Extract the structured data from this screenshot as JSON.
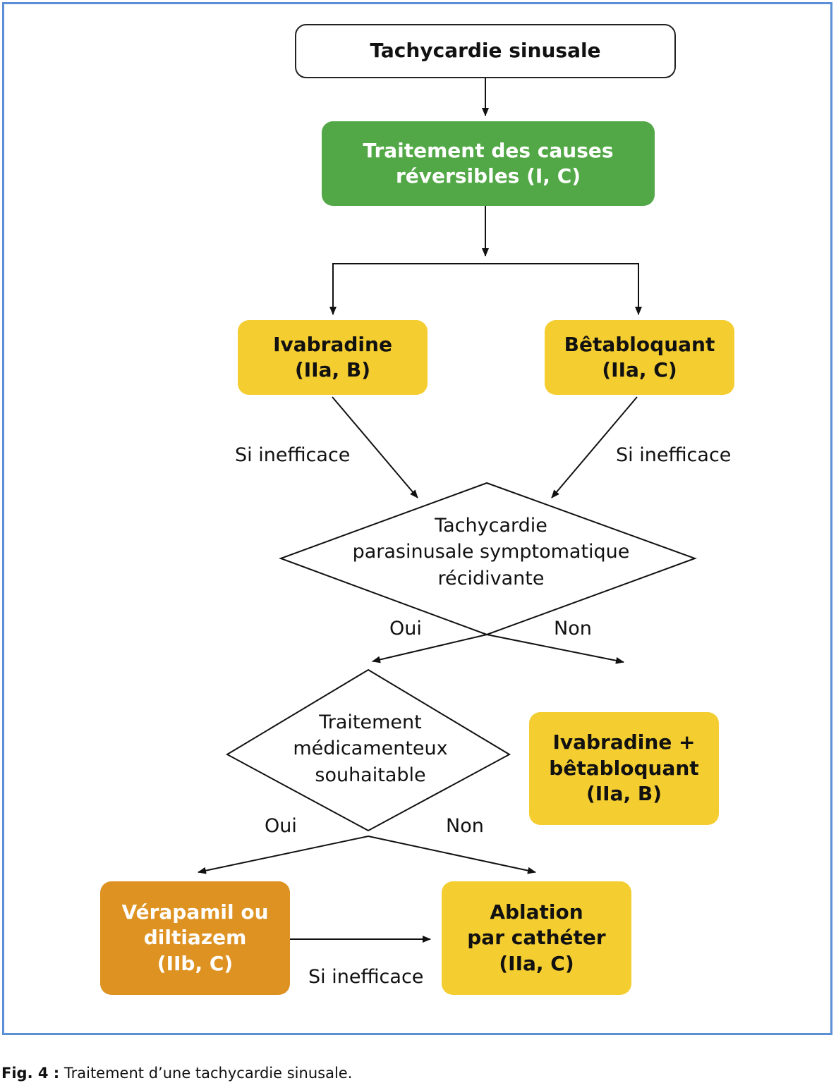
{
  "nodes": {
    "start": "Tachycardie sinusale",
    "reversible": [
      "Traitement des causes",
      "réversibles (I, C)"
    ],
    "ivabradine": [
      "Ivabradine",
      "(IIa, B)"
    ],
    "betabloquant": [
      "Bêtabloquant",
      "(IIa, C)"
    ],
    "decision1": [
      "Tachycardie",
      "parasinusale symptomatique",
      "récidivante"
    ],
    "decision2": [
      "Traitement",
      "médicamenteux",
      "souhaitable"
    ],
    "combo": [
      "Ivabradine +",
      "bêtabloquant",
      "(IIa, B)"
    ],
    "verapamil": [
      "Vérapamil ou",
      "diltiazem",
      "(IIb, C)"
    ],
    "ablation": [
      "Ablation",
      "par cathéter",
      "(IIa, C)"
    ]
  },
  "edge_labels": {
    "ivab_fail": "Si inefficace",
    "beta_fail": "Si inefficace",
    "d1_yes": "Oui",
    "d1_no": "Non",
    "d2_yes": "Oui",
    "d2_no": "Non",
    "vera_fail": "Si inefficace"
  },
  "colors": {
    "green": "#52a846",
    "yellow": "#f4cd31",
    "orange": "#de9222",
    "frame": "#5b8fd6"
  },
  "caption": {
    "label": "Fig. 4 :",
    "text": " Traitement d’une tachycardie sinusale."
  }
}
